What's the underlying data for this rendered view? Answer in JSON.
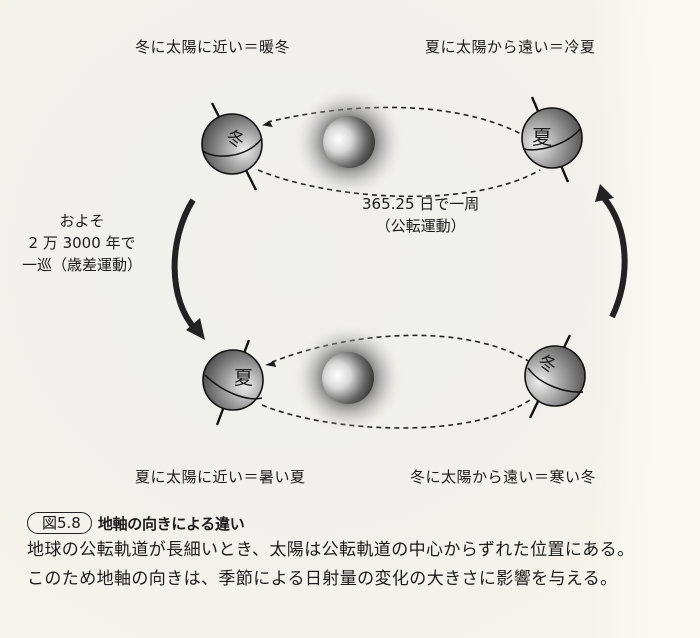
{
  "diagram": {
    "labels": {
      "top_left": "冬に太陽に近い＝暖冬",
      "top_right": "夏に太陽から遠い＝冷夏",
      "bottom_left": "夏に太陽に近い＝暑い夏",
      "bottom_right": "冬に太陽から遠い＝寒い冬"
    },
    "earth_markers": {
      "top_left": "冬",
      "top_right": "夏",
      "bottom_left": "夏",
      "bottom_right": "冬"
    },
    "annual_motion": {
      "line1": "365.25 日で一周",
      "line2": "（公転運動）"
    },
    "precession": {
      "line1": "およそ",
      "line2": "2 万 3000 年で",
      "line3": "一巡（歳差運動）"
    },
    "icons": {
      "earth": "earth-globe-icon",
      "sun": "sun-sphere-icon",
      "orbit": "dashed-orbit-arrow",
      "precession_arrow": "curved-arrow-icon"
    },
    "colors": {
      "ink": "#1b1b1b",
      "paper": "#f6f3ec",
      "sphere_dark": "#3a3a3a",
      "sphere_light": "#e6e6e6"
    }
  },
  "caption": {
    "figure_number": "図5.8",
    "title": "地軸の向きによる違い",
    "body": "地球の公転軌道が長細いとき、太陽は公転軌道の中心からずれた位置にある。このため地軸の向きは、季節による日射量の変化の大きさに影響を与える。"
  }
}
